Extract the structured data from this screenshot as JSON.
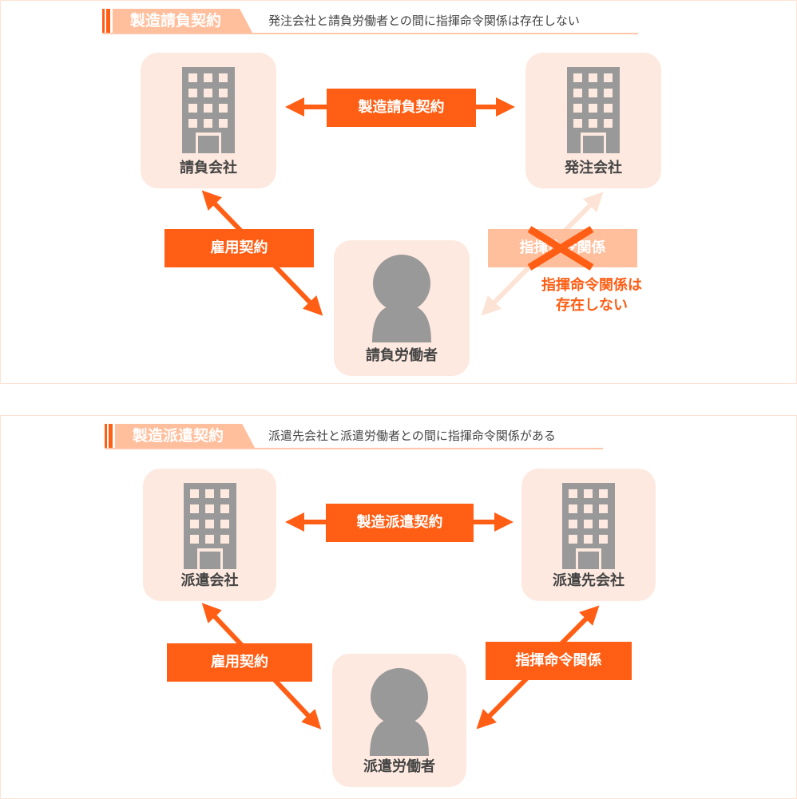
{
  "panel1": {
    "header_label": "製造請負契約",
    "header_sub": "発注会社と請負労働者との間に指揮命令関係は存在しない",
    "left_company": "請負会社",
    "right_company": "発注会社",
    "worker": "請負労働者",
    "center_arrow": "製造請負契約",
    "left_arrow": "雇用契約",
    "right_arrow": "指揮命令関係",
    "negation_line1": "指揮命令関係は",
    "negation_line2": "存在しない"
  },
  "panel2": {
    "header_label": "製造派遣契約",
    "header_sub": "派遣先会社と派遣労働者との間に指揮命令関係がある",
    "left_company": "派遣会社",
    "right_company": "派遣先会社",
    "worker": "派遣労働者",
    "center_arrow": "製造派遣契約",
    "left_arrow": "雇用契約",
    "right_arrow": "指揮命令関係"
  },
  "colors": {
    "accent": "#ff5e14",
    "faded": "#ffbf9d",
    "box": "#fde9df",
    "icon": "#999999"
  }
}
